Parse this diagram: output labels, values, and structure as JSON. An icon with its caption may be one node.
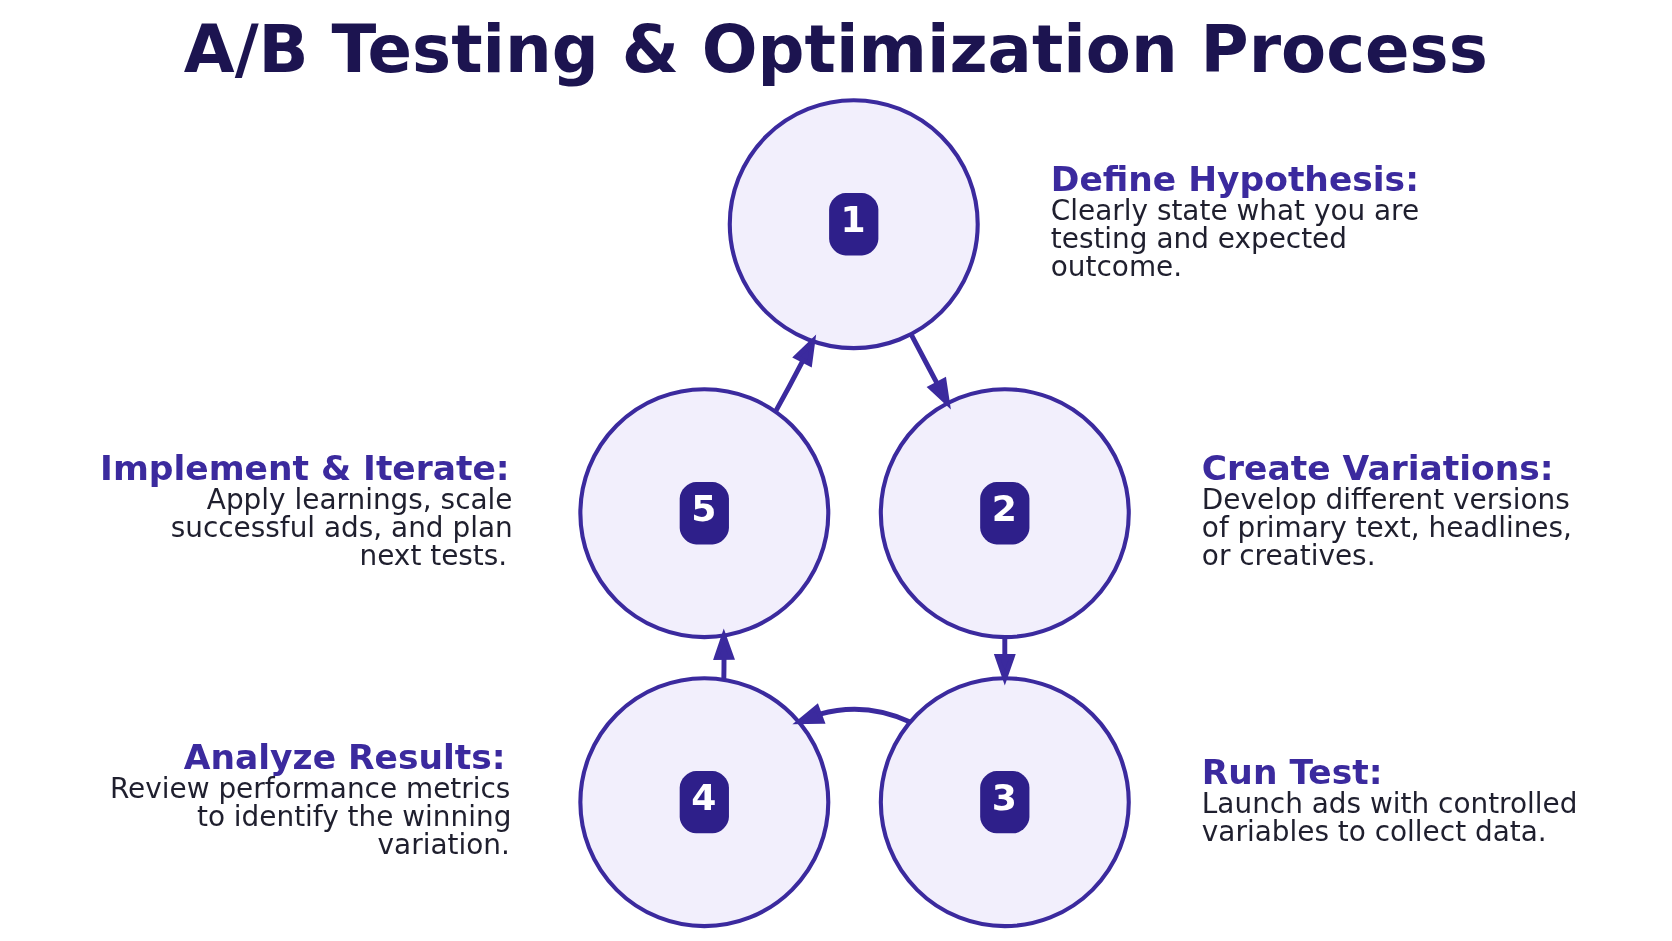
{
  "diagram": {
    "title": "A/B Testing & Optimization Process",
    "nodes": [
      {
        "text": [
          "1"
        ],
        "beside": [
          "Define Hypothesis:",
          "Clearly state what you are testing and expected outcome."
        ]
      },
      {
        "text": [
          "2"
        ],
        "beside": [
          "Create Variations:",
          "Develop different versions of primary text, headlines, or creatives."
        ]
      },
      {
        "text": [
          "3"
        ],
        "beside": [
          "Run Test:",
          "Launch ads with controlled variables to collect data."
        ]
      },
      {
        "text": [
          "4"
        ],
        "beside": [
          "Analyze Results:",
          "Review performance metrics to identify the winning variation."
        ]
      },
      {
        "text": [
          "5"
        ],
        "beside": [
          "Implement & Iterate:",
          "Apply learnings, scale successful ads, and plan next tests."
        ]
      }
    ],
    "edges": [
      {
        "from": 0,
        "to": 1,
        "arrow": "to"
      },
      {
        "from": 1,
        "to": 2,
        "arrow": "to"
      },
      {
        "from": 2,
        "to": 3,
        "arrow": "to"
      },
      {
        "from": 3,
        "to": 4,
        "arrow": "to"
      },
      {
        "from": 4,
        "to": 0,
        "arrow": "to"
      }
    ]
  }
}
